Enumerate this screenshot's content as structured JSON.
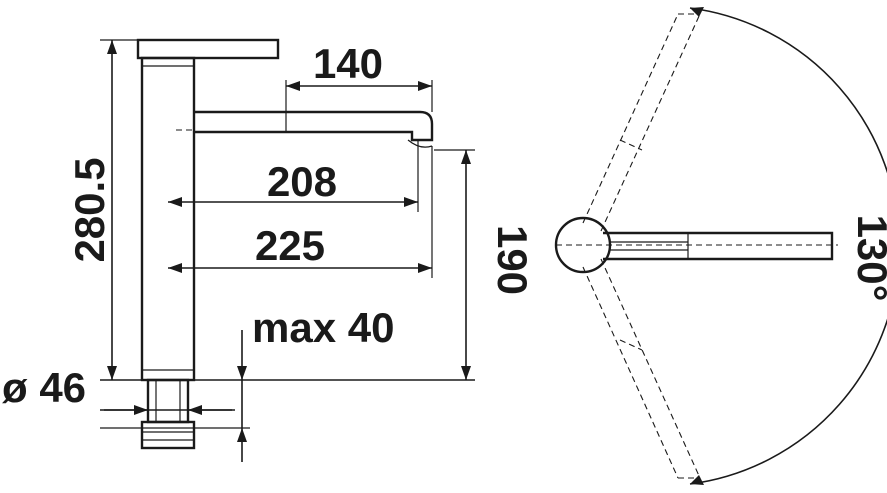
{
  "dimensions": {
    "spout_reach_upper": "140",
    "height_total": "280.5",
    "reach_inner": "208",
    "reach_outer": "225",
    "height_outlet": "190",
    "max_thickness": "max 40",
    "hole_diameter": "ø 46",
    "swivel_angle": "130°"
  }
}
